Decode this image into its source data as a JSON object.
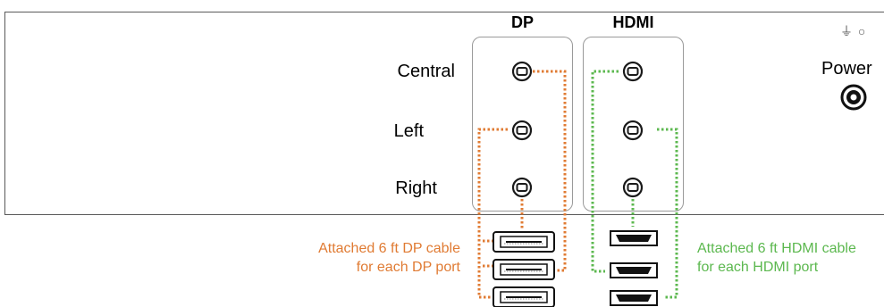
{
  "device": {
    "groups": {
      "dp": "DP",
      "hdmi": "HDMI"
    },
    "rows": [
      "Central",
      "Left",
      "Right"
    ],
    "power_label": "Power",
    "ground_symbol": "⏚ ○"
  },
  "captions": {
    "dp_line1": "Attached 6 ft DP cable",
    "dp_line2": "for each DP port",
    "hdmi_line1": "Attached 6 ft HDMI cable",
    "hdmi_line2": "for each HDMI port"
  },
  "colors": {
    "dp_cable": "#e07b33",
    "hdmi_cable": "#5cb84f",
    "outline": "#5a5a5a",
    "group_border": "#9a9a9a"
  },
  "icons": {
    "port": "port-socket-icon",
    "dp_plug": "displayport-plug-icon",
    "hdmi_plug": "hdmi-plug-icon",
    "power": "power-jack-icon"
  }
}
